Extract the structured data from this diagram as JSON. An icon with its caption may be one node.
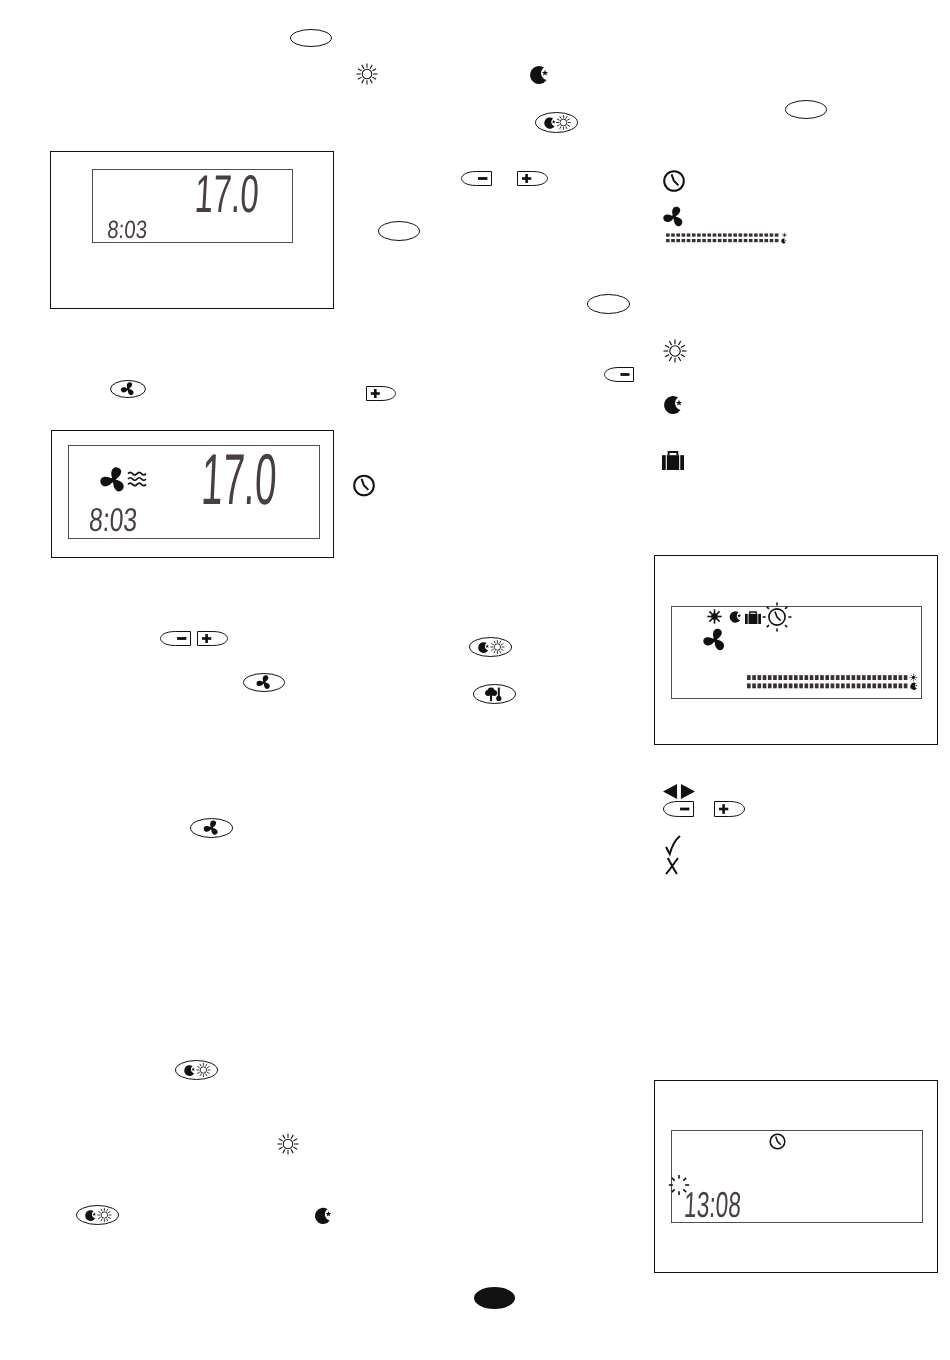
{
  "diagram": {
    "nodes": [
      {
        "text": [],
        "shape": "box"
      },
      {
        "text": [
          "17.0",
          "8:03"
        ],
        "in": 0
      },
      {
        "text": [],
        "shape": "box"
      },
      {
        "text": [
          "17.0",
          "8:03"
        ],
        "in": 2
      },
      {
        "text": [],
        "shape": "box"
      },
      {
        "text": [],
        "shape": "box",
        "in": 4
      },
      {
        "text": [],
        "shape": "box"
      },
      {
        "text": [
          "13:08"
        ],
        "in": 6
      }
    ]
  }
}
